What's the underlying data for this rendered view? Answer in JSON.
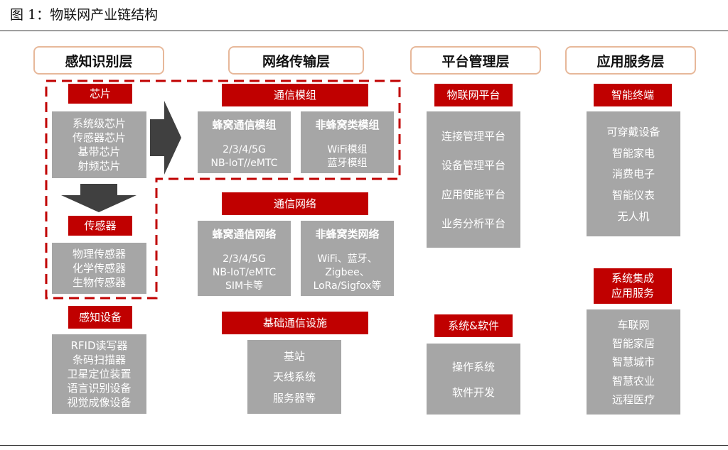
{
  "caption": "图 1：物联网产业链结构",
  "layers": {
    "sensing": "感知识别层",
    "transport": "网络传输层",
    "platform": "平台管理层",
    "application": "应用服务层"
  },
  "sensing": {
    "chip": {
      "title": "芯片",
      "items": [
        "系统级芯片",
        "传感器芯片",
        "基带芯片",
        "射频芯片"
      ]
    },
    "sensor": {
      "title": "传感器",
      "items": [
        "物理传感器",
        "化学传感器",
        "生物传感器"
      ]
    },
    "device": {
      "title": "感知设备",
      "items": [
        "RFID读写器",
        "条码扫描器",
        "卫星定位装置",
        "语言识别设备",
        "视觉成像设备"
      ]
    }
  },
  "transport": {
    "module": {
      "title": "通信模组",
      "cellular": {
        "title": "蜂窝通信模组",
        "items": [
          "2/3/4/5G",
          "NB-IoT//eMTC"
        ]
      },
      "noncellular": {
        "title": "非蜂窝类模组",
        "items": [
          "WiFi模组",
          "蓝牙模组"
        ]
      }
    },
    "network": {
      "title": "通信网络",
      "cellular": {
        "title": "蜂窝通信网络",
        "items": [
          "2/3/4/5G",
          "NB-IoT/eMTC",
          "SIM卡等"
        ]
      },
      "noncellular": {
        "title": "非蜂窝类网络",
        "items": [
          "WiFi、蓝牙、",
          "Zigbee、",
          "LoRa/Sigfox等"
        ]
      }
    },
    "infra": {
      "title": "基础通信设施",
      "items": [
        "基站",
        "天线系统",
        "服务器等"
      ]
    }
  },
  "platform": {
    "iot": {
      "title": "物联网平台",
      "items": [
        "连接管理平台",
        "设备管理平台",
        "应用使能平台",
        "业务分析平台"
      ]
    },
    "system": {
      "title": "系统&软件",
      "items": [
        "操作系统",
        "软件开发"
      ]
    }
  },
  "application": {
    "terminal": {
      "title": "智能终端",
      "items": [
        "可穿戴设备",
        "智能家电",
        "消费电子",
        "智能仪表",
        "无人机"
      ]
    },
    "integration": {
      "title": "系统集成\n应用服务",
      "items": [
        "车联网",
        "智能家居",
        "智慧城市",
        "智慧农业",
        "远程医疗"
      ]
    }
  },
  "colors": {
    "accent": "#c00000",
    "box": "#a6a6a6",
    "arrow": "#404040",
    "header_border": "#e7b89a"
  }
}
